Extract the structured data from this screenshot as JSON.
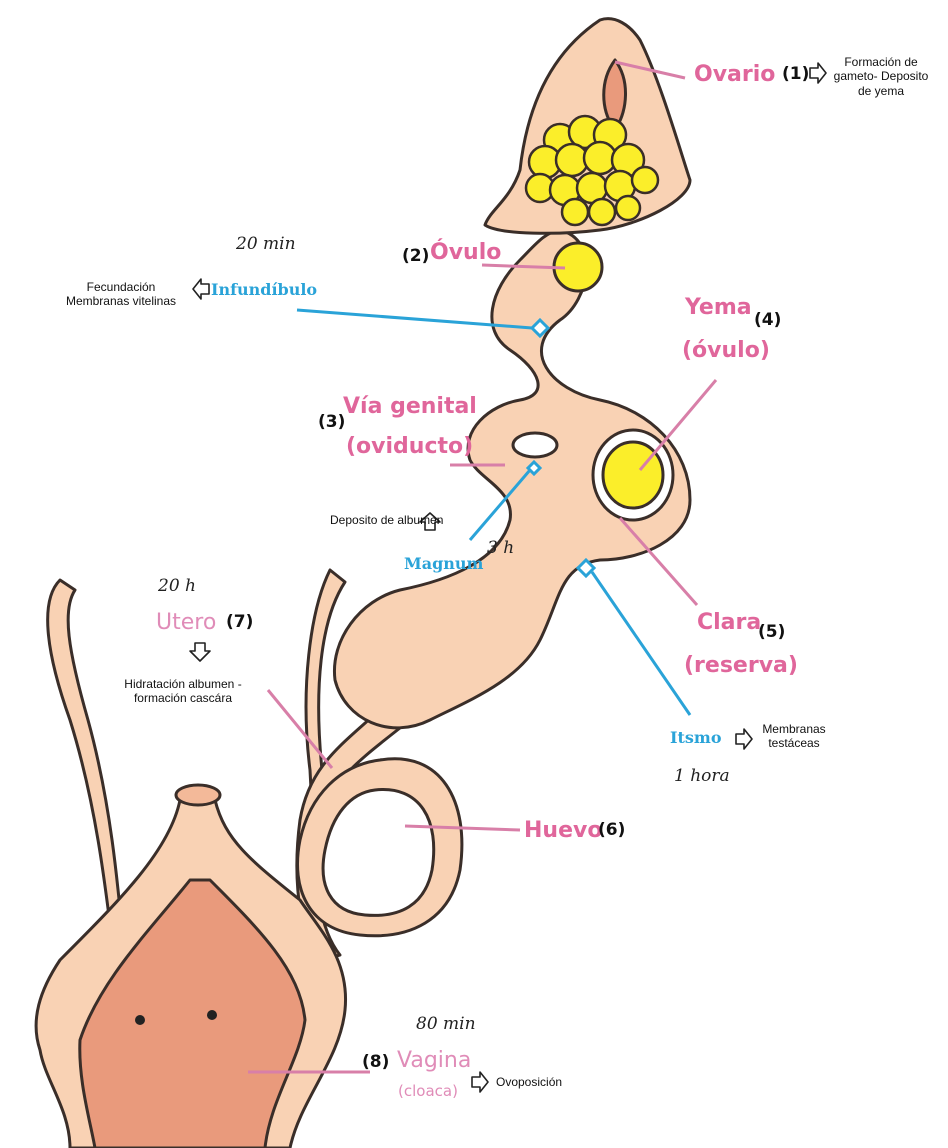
{
  "colors": {
    "tissue": "#f9d2b4",
    "tissue_stroke": "#3a2e29",
    "cavity": "#e99a7c",
    "yolk": "#fbee2a",
    "label_pink": "#e0669b",
    "label_pink_light": "#e08cb8",
    "pointer_pink": "#d87fa8",
    "label_blue": "#2aa3d8"
  },
  "labels": {
    "ovario": "Ovario",
    "n1": "(1)",
    "ovario_note_1": "Formación de",
    "ovario_note_2": "gameto- Deposito",
    "ovario_note_3": "de yema",
    "n2": "(2)",
    "ovulo": "Óvulo",
    "time_infundibulo": "20 min",
    "infundibulo": "Infundíbulo",
    "infundibulo_note_1": "Fecundación",
    "infundibulo_note_2": "Membranas vitelinas",
    "yema_1": "Yema",
    "n4": "(4)",
    "yema_2": "(óvulo)",
    "n3": "(3)",
    "via_1": "Vía genital",
    "via_2": "(oviducto)",
    "magnum_note": "Deposito de albumen",
    "magnum": "Magnum",
    "time_magnum": "3 h",
    "time_utero": "20 h",
    "utero": "Utero",
    "n7": "(7)",
    "utero_note_1": "Hidratación albumen -",
    "utero_note_2": "formación cascára",
    "clara_1": "Clara",
    "n5": "(5)",
    "clara_2": "(reserva)",
    "itsmo": "Itsmo",
    "itsmo_note_1": "Membranas",
    "itsmo_note_2": "testáceas",
    "time_itsmo": "1 hora",
    "huevo": "Huevo",
    "n6": "(6)",
    "time_vagina": "80 min",
    "n8": "(8)",
    "vagina": "Vagina",
    "cloaca": "(cloaca)",
    "vagina_note": "Ovoposición"
  },
  "icons": [
    "hollow-arrow-right-icon",
    "hollow-arrow-left-icon",
    "hollow-arrow-up-icon",
    "hollow-arrow-down-icon"
  ]
}
